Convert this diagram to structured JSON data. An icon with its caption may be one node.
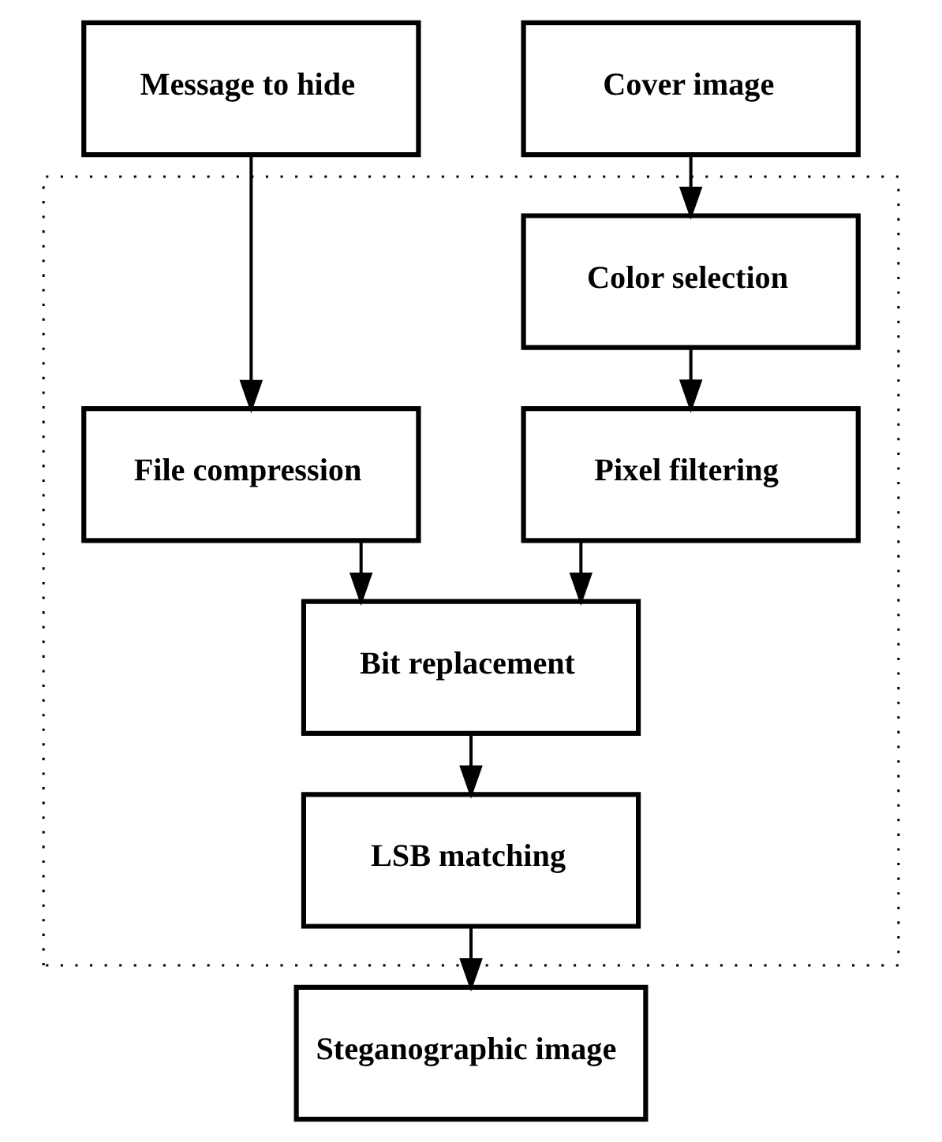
{
  "diagram": {
    "nodes": [
      {
        "text": [
          "Message to hide"
        ]
      },
      {
        "text": [
          "Cover image"
        ]
      },
      {
        "text": [],
        "shape": "box"
      },
      {
        "text": [
          "File compression"
        ],
        "in": 2
      },
      {
        "text": [
          "Color selection"
        ],
        "in": 2
      },
      {
        "text": [
          "Pixel filtering"
        ],
        "in": 2
      },
      {
        "text": [
          "Bit replacement"
        ],
        "in": 2
      },
      {
        "text": [
          "LSB matching"
        ],
        "in": 2
      },
      {
        "text": [
          "Steganographic image"
        ]
      }
    ],
    "edges": [
      {
        "from": 0,
        "to": 3,
        "arrow": "to"
      },
      {
        "from": 1,
        "to": 4,
        "arrow": "to"
      },
      {
        "from": 4,
        "to": 5,
        "arrow": "to"
      },
      {
        "from": 5,
        "to": 6,
        "arrow": "to"
      },
      {
        "from": 3,
        "to": 6,
        "arrow": "to"
      },
      {
        "from": 6,
        "to": 7,
        "arrow": "to"
      },
      {
        "from": 7,
        "to": 8,
        "arrow": "to"
      }
    ]
  }
}
